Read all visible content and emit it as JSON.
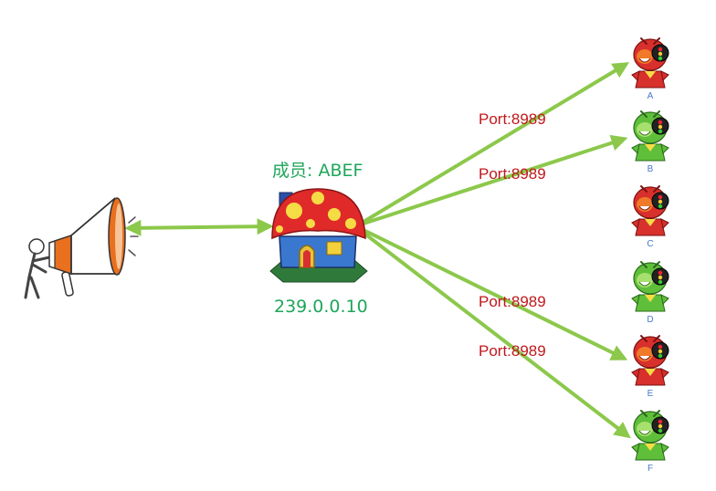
{
  "group": {
    "members_label": "成员: ABEF",
    "address": "239.0.0.10"
  },
  "ports": [
    "Port:8989",
    "Port:8989",
    "Port:8989",
    "Port:8989"
  ],
  "members": [
    {
      "letter": "A",
      "color": "red"
    },
    {
      "letter": "B",
      "color": "green"
    },
    {
      "letter": "C",
      "color": "red"
    },
    {
      "letter": "D",
      "color": "green"
    },
    {
      "letter": "E",
      "color": "red"
    },
    {
      "letter": "F",
      "color": "green"
    }
  ],
  "colors": {
    "arrow": "#8cc84b",
    "label_green": "#1ea65a",
    "port_red": "#c0181c",
    "letter_blue": "#4a78c8",
    "member_red": "#d8302c",
    "member_green": "#5fbf3a"
  },
  "icons": [
    "megaphone-icon",
    "mushroom-house-icon",
    "member-character-icon"
  ]
}
